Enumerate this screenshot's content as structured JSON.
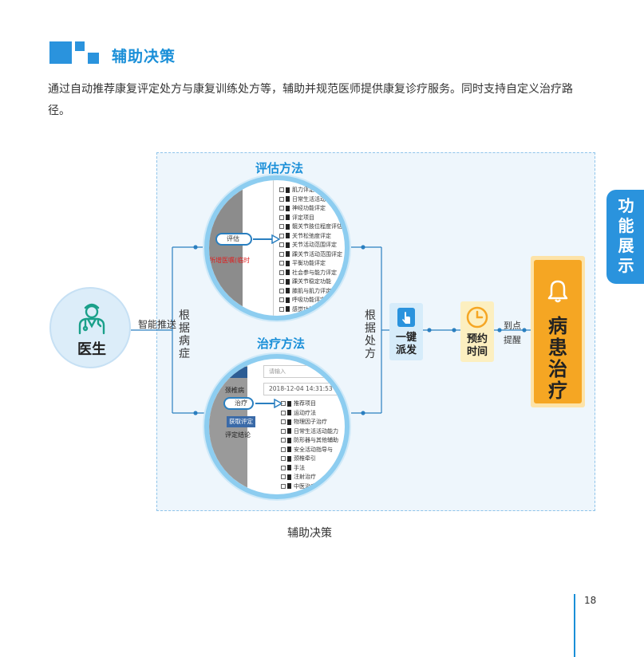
{
  "header": {
    "title": "辅助决策",
    "intro": "通过自动推荐康复评定处方与康复训练处方等，辅助并规范医师提供康复诊疗服务。同时支持自定义治疗路径。"
  },
  "side_tab": {
    "label": "功能展示"
  },
  "diagram": {
    "doctor_label": "医生",
    "smart_push_label": "智能推送",
    "by_disease_label": "根据病症",
    "by_prescription_label": "根据处方",
    "eval_title": "评估方法",
    "treat_title": "治疗方法",
    "dispatch_label": "一键派发",
    "appointment_label": "预约时间",
    "remind_label_1": "到点",
    "remind_label_2": "提醒",
    "patient_treatment_label": "病患治疗",
    "eval_panel": {
      "radio_label": "评估",
      "red_text": "所增医嘱(临时",
      "rows": [
        "肌力评定",
        "日常生活活动评定",
        "神经功能评定",
        "评定项目",
        "髋关节肢位程度评估",
        "关节松弛度评定",
        "关节活动范围评定",
        "踝关节活动范围评定",
        "平衡功能评定",
        "社会参与能力评定",
        "踝关节稳定功能",
        "膝肌与肌力评定",
        "呼吸功能评定",
        "感觉功能评定"
      ]
    },
    "treat_panel": {
      "search_placeholder": "请输入",
      "datetime": "2018-12-04 14:31:53",
      "left_label": "颈椎病",
      "radio_label": "治疗",
      "fetch_button": "获取评定",
      "eval_conclusion": "评定结论",
      "rows": [
        "推荐项目",
        "运动疗法",
        "物理因子治疗",
        "日常生活活动能力",
        "防形器与其他辅助",
        "安全活动指导与",
        "颈椎牵引",
        "手法",
        "注射治疗",
        "中医治疗"
      ]
    },
    "caption": "辅助决策"
  },
  "page_number": "18",
  "colors": {
    "accent": "#1a8fd8",
    "orange": "#f5a623",
    "light_blue": "#eef6fc"
  }
}
